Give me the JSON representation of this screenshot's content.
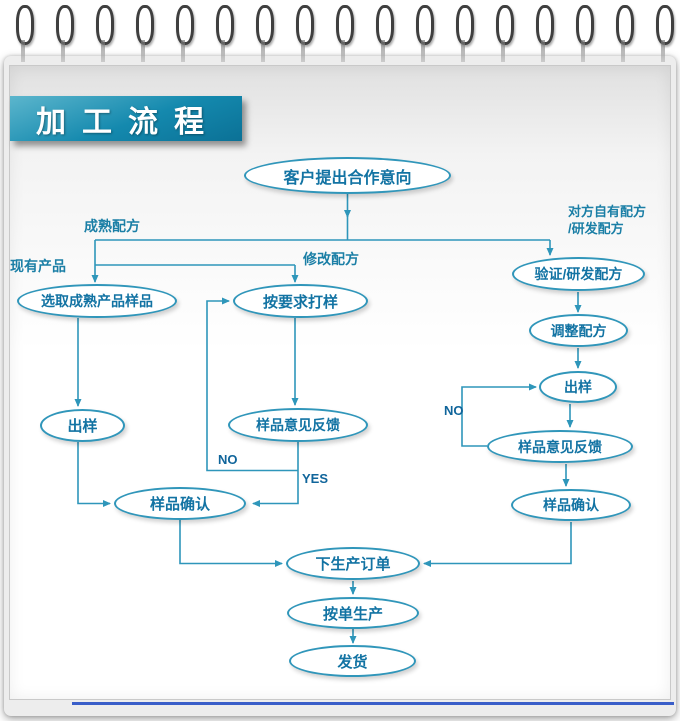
{
  "colors": {
    "banner_teal": "#1489ae",
    "connector_line": "#2e96ba",
    "node_border": "#3096ba",
    "node_text": "#1273a3",
    "label_text": "#1b7fa6",
    "bottom_line_blue": "#3a5ec9",
    "banner_text": "#ffffff"
  },
  "page": {
    "title": "加工流程"
  },
  "flowchart": {
    "nodes": {
      "customer_intent": "客户提出合作意向",
      "select_sample": "选取成熟产品样品",
      "make_sample": "按要求打样",
      "verify_formula": "验证/研发配方",
      "adjust_formula": "调整配方",
      "sample_out_left": "出样",
      "feedback_mid": "样品意见反馈",
      "sample_out_right": "出样",
      "feedback_right": "样品意见反馈",
      "confirm_left": "样品确认",
      "confirm_right": "样品确认",
      "production_order": "下生产订单",
      "produce_per_order": "按单生产",
      "ship": "发货"
    },
    "labels": {
      "mature_formula": "成熟配方",
      "existing_product": "现有产品",
      "modify_formula": "修改配方",
      "partner_formula": "对方自有配方\n/研发配方",
      "no_mid": "NO",
      "yes_mid": "YES",
      "no_right": "NO"
    }
  }
}
